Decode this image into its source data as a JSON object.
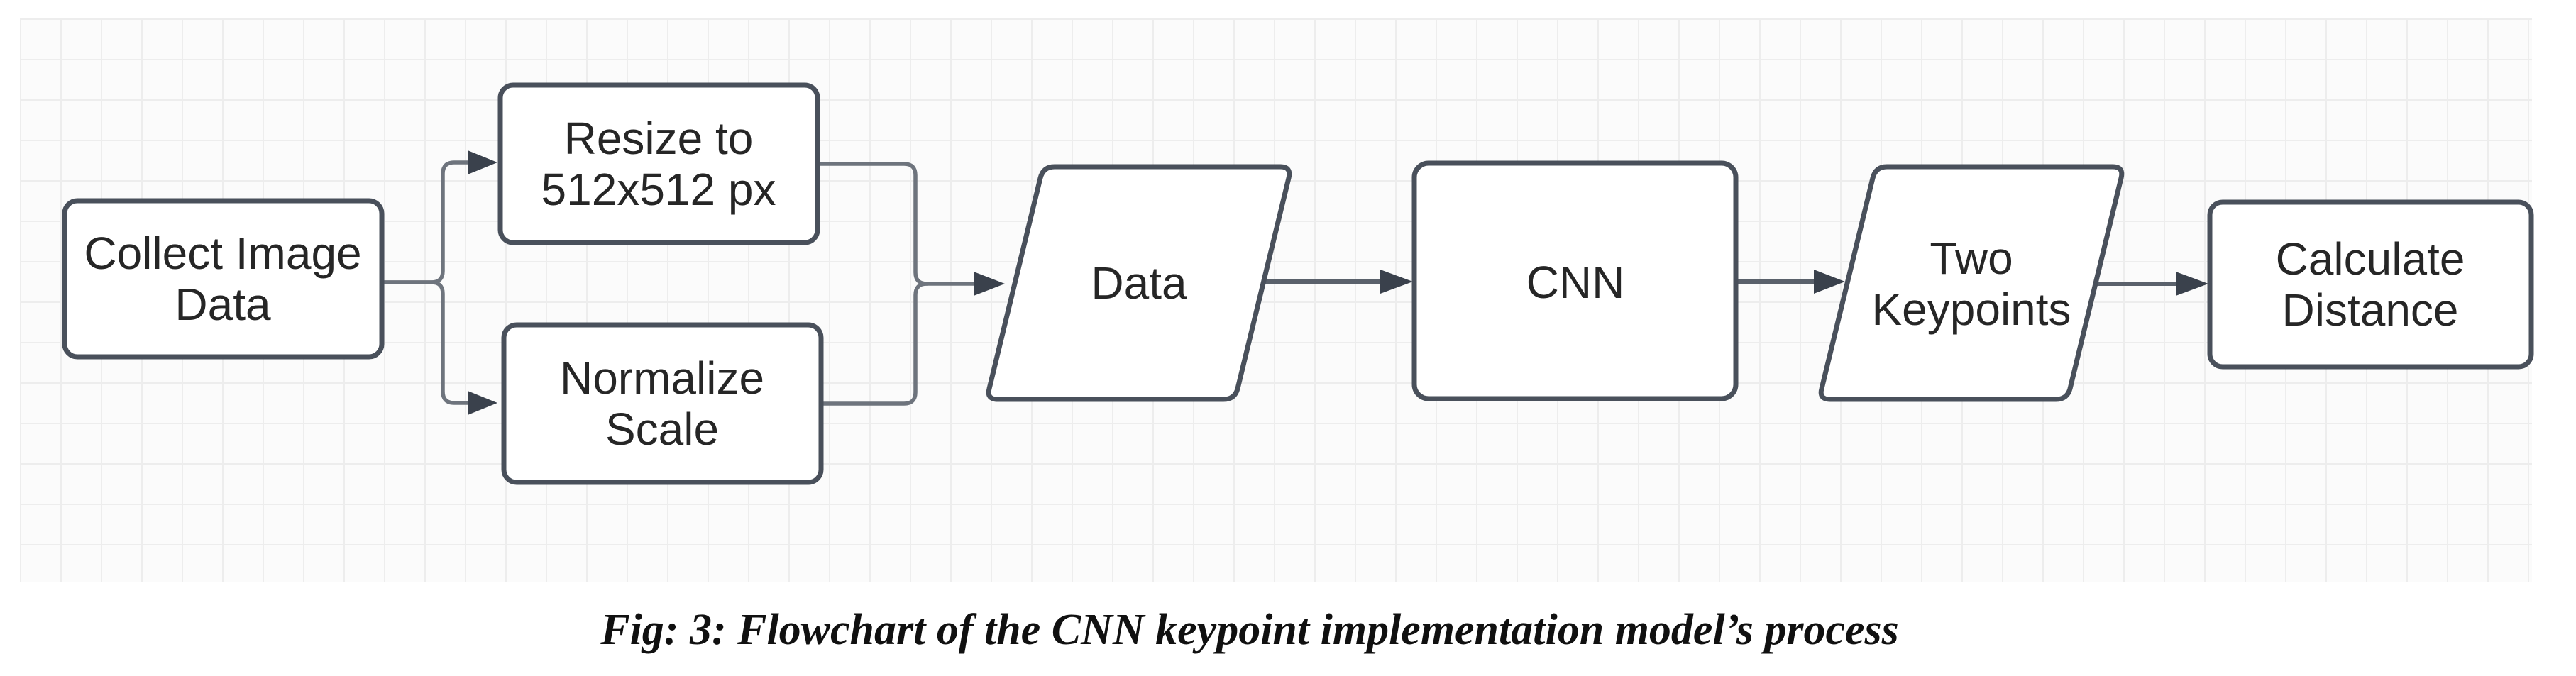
{
  "figure": {
    "caption": "Fig: 3: Flowchart of the CNN keypoint implementation model’s process"
  },
  "diagram": {
    "nodes": [
      {
        "id": "collect-image-data",
        "shape": "rectangle",
        "lines": [
          "Collect Image",
          "Data"
        ]
      },
      {
        "id": "resize-512x512",
        "shape": "rectangle",
        "lines": [
          "Resize to",
          "512x512 px"
        ]
      },
      {
        "id": "normalize-scale",
        "shape": "rectangle",
        "lines": [
          "Normalize",
          "Scale"
        ]
      },
      {
        "id": "data",
        "shape": "parallelogram",
        "lines": [
          "Data"
        ]
      },
      {
        "id": "cnn",
        "shape": "rectangle",
        "lines": [
          "CNN"
        ]
      },
      {
        "id": "two-keypoints",
        "shape": "parallelogram",
        "lines": [
          "Two",
          "Keypoints"
        ]
      },
      {
        "id": "calculate-distance",
        "shape": "rectangle",
        "lines": [
          "Calculate",
          "Distance"
        ]
      }
    ],
    "edges": [
      {
        "from": "collect-image-data",
        "to": "resize-512x512"
      },
      {
        "from": "collect-image-data",
        "to": "normalize-scale"
      },
      {
        "from": "resize-512x512",
        "to": "data"
      },
      {
        "from": "normalize-scale",
        "to": "data"
      },
      {
        "from": "data",
        "to": "cnn"
      },
      {
        "from": "cnn",
        "to": "two-keypoints"
      },
      {
        "from": "two-keypoints",
        "to": "calculate-distance"
      }
    ],
    "style": {
      "node_fill": "#ffffff",
      "node_stroke": "#49505b",
      "connector_color": "#6e747d",
      "arrowhead_color": "#3a414c",
      "label_color": "#262626",
      "grid_line_color": "#ededed",
      "canvas_background": "#fbfbfb",
      "page_background": "#ffffff"
    }
  }
}
